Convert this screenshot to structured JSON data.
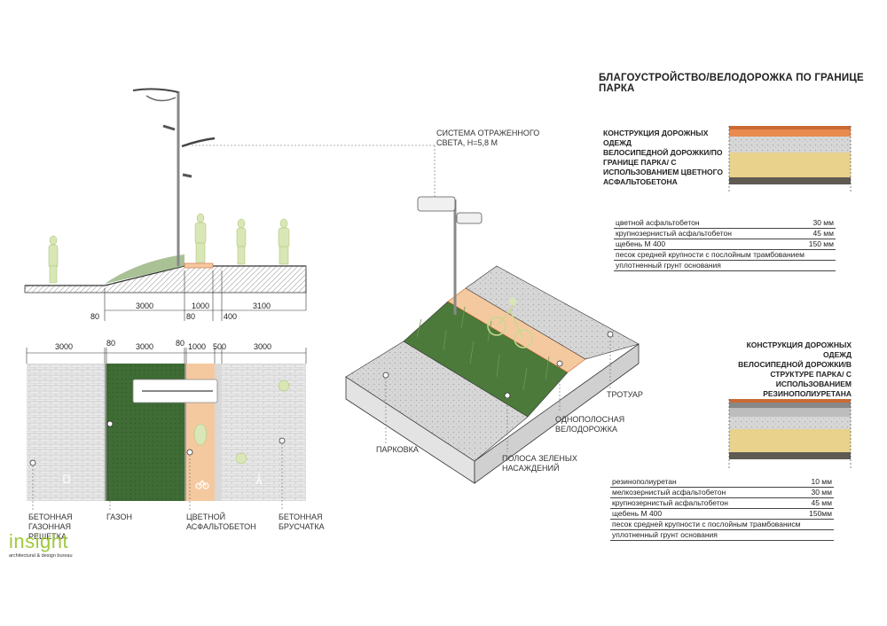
{
  "title": "БЛАГОУСТРОЙСТВО/ВЕЛОДОРОЖКА ПО ГРАНИЦЕ ПАРКА",
  "section_profile": {
    "lighting_label_line1": "СИСТЕМА ОТРАЖЕННОГО",
    "lighting_label_line2": "СВЕТА, Н=5,8 М",
    "dims": [
      "80",
      "3000",
      "80",
      "1000",
      "400",
      "3100"
    ]
  },
  "plan": {
    "dims": [
      "3000",
      "80",
      "3000",
      "80",
      "1000",
      "500",
      "3000"
    ],
    "legend": [
      {
        "line1": "БЕТОННАЯ",
        "line2": "ГАЗОННАЯ",
        "line3": "РЕШЕТКА"
      },
      {
        "line1": "ГАЗОН",
        "line2": "",
        "line3": ""
      },
      {
        "line1": "ЦВЕТНОЙ",
        "line2": "АСФАЛЬТОБЕТОН",
        "line3": ""
      },
      {
        "line1": "БЕТОННАЯ",
        "line2": "БРУСЧАТКА",
        "line3": ""
      }
    ]
  },
  "axo": {
    "parking": "ПАРКОВКА",
    "green_strip_line1": "ПОЛОСА ЗЕЛЕНЫХ",
    "green_strip_line2": "НАСАЖДЕНИЙ",
    "bike_line1": "ОДНОПОЛОСНАЯ",
    "bike_line2": "ВЕЛОДОРОЖКА",
    "sidewalk": "ТРОТУАР"
  },
  "construction1": {
    "title_lines": [
      "КОНСТРУКЦИЯ ДОРОЖНЫХ ОДЕЖД",
      "ВЕЛОСИПЕДНОЙ ДОРОЖКИ/ПО",
      "ГРАНИЦЕ ПАРКА/ С",
      "ИСПОЛЬЗОВАНИЕМ ЦВЕТНОГО",
      "АСФАЛЬТОБЕТОНА"
    ],
    "layers": [
      {
        "name": "цветной асфальтобетон",
        "thickness": "30 мм"
      },
      {
        "name": "крупнозернистый асфальтобетон",
        "thickness": "45 мм"
      },
      {
        "name": "щебень М 400",
        "thickness": "150 мм"
      },
      {
        "name": "песок средней крупности с послойным трамбованием",
        "thickness": ""
      },
      {
        "name": "уплотненный грунт основания",
        "thickness": ""
      }
    ]
  },
  "construction2": {
    "title_lines": [
      "КОНСТРУКЦИЯ ДОРОЖНЫХ ОДЕЖД",
      "ВЕЛОСИПЕДНОЙ ДОРОЖКИ/В",
      "СТРУКТУРЕ ПАРКА/ С",
      "ИСПОЛЬЗОВАНИЕМ",
      "РЕЗИНОПОЛИУРЕТАНА"
    ],
    "layers": [
      {
        "name": "резинополиуретан",
        "thickness": "10 мм"
      },
      {
        "name": "мелкозернистый асфальтобетон",
        "thickness": "30 мм"
      },
      {
        "name": "крупнозернистый асфальтобетон",
        "thickness": "45 мм"
      },
      {
        "name": "щебень М 400",
        "thickness": "150мм"
      },
      {
        "name": "песок средней крупности с послойным трамбованисм",
        "thickness": ""
      },
      {
        "name": "уплотненный грунт основания",
        "thickness": ""
      }
    ]
  },
  "logo": {
    "name": "insight",
    "subtitle": "architectural & design bureau"
  },
  "colors": {
    "grass": "#3f6b35",
    "orange": "#f5c9a0",
    "paving": "#e6e6e6",
    "gold": "#e8d28c",
    "rust": "#c96a35"
  }
}
